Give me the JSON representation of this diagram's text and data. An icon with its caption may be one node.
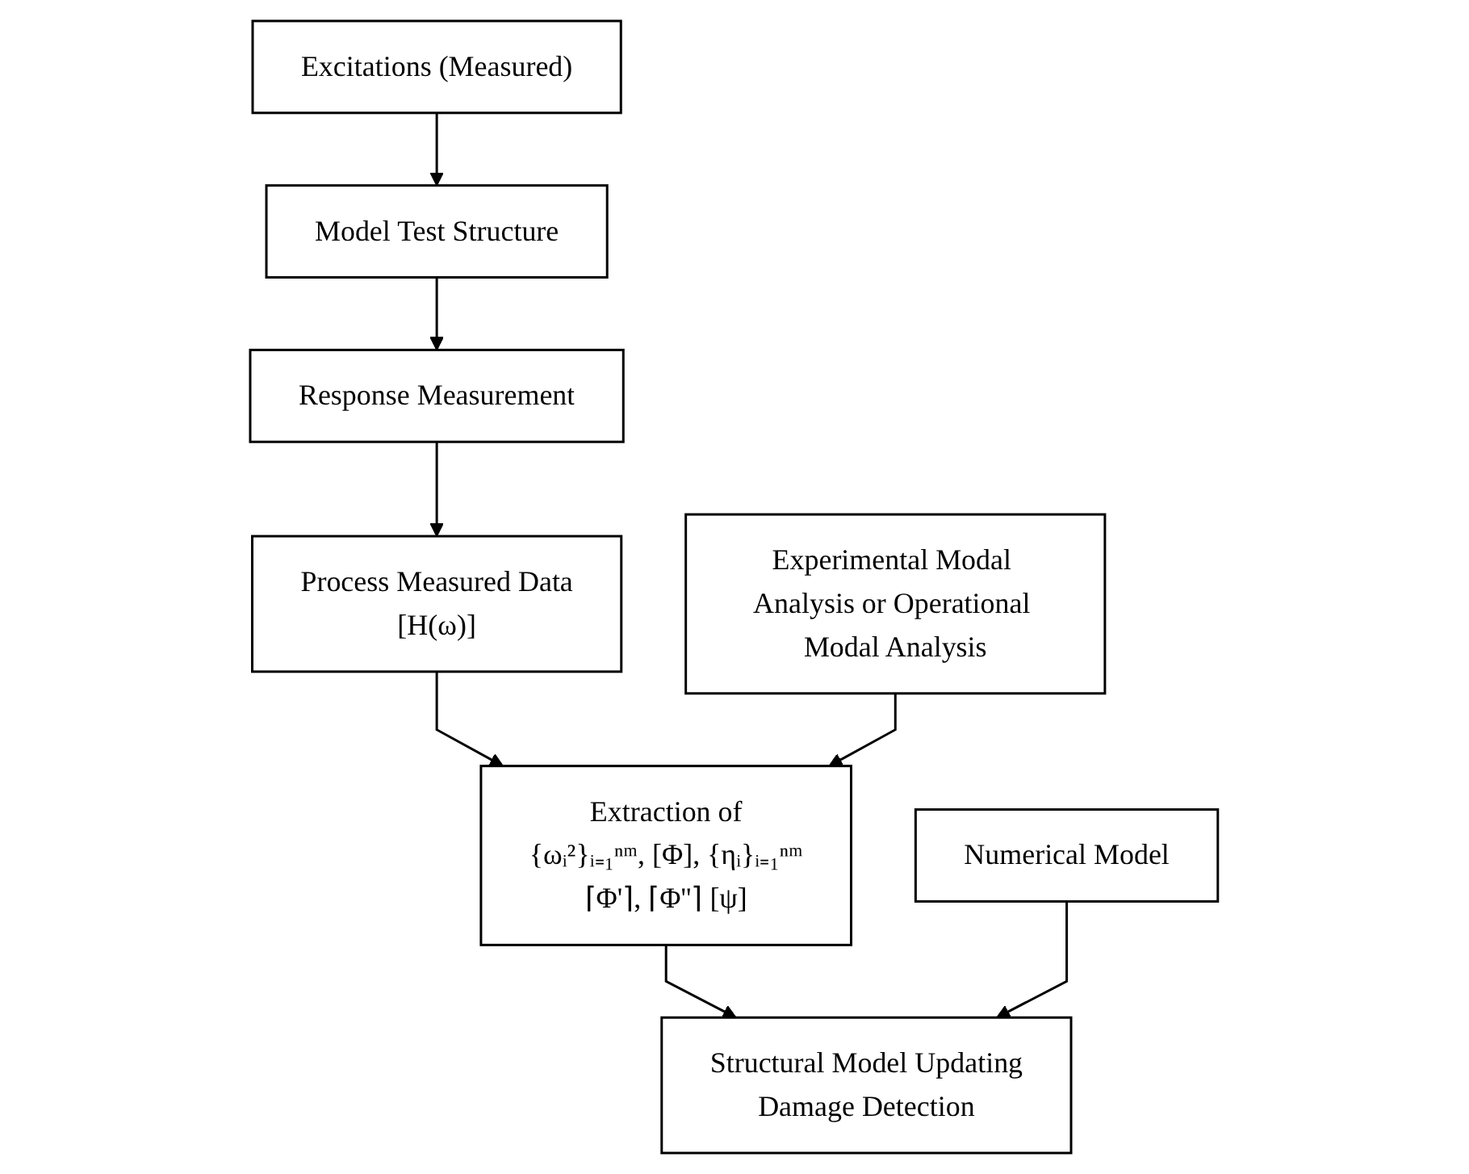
{
  "diagram": {
    "nodes": [
      {
        "text": [
          "Excitations (Measured)"
        ]
      },
      {
        "text": [
          "Model Test Structure"
        ]
      },
      {
        "text": [
          "Response Measurement"
        ]
      },
      {
        "text": [
          "Experimental Modal Analysis or Operational Modal Analysis"
        ]
      },
      {
        "text": [
          "Process Measured Data",
          "[H(ω)]"
        ]
      },
      {
        "text": [
          "Numerical Model"
        ]
      },
      {
        "text": [
          "Structural Model Updating",
          "Damage Detection"
        ]
      },
      {
        "text": [
          "Extraction of",
          "{ωᵢ²}ᵢ₌₁ⁿᵐ, [Φ], {ηᵢ}ᵢ₌₁ⁿᵐ",
          "⌈Φ'⌉, ⌈Φ''⌉ [ψ]"
        ]
      }
    ],
    "edges": [
      {
        "from": 0,
        "to": 1,
        "arrow": "to"
      },
      {
        "from": 1,
        "to": 2,
        "arrow": "to"
      },
      {
        "from": 2,
        "to": 4,
        "arrow": "to"
      },
      {
        "from": 4,
        "to": 7,
        "arrow": "to"
      },
      {
        "from": 3,
        "to": 7,
        "arrow": "to"
      },
      {
        "from": 7,
        "to": 6,
        "arrow": "to"
      },
      {
        "from": 5,
        "to": 6,
        "arrow": "to"
      }
    ]
  }
}
